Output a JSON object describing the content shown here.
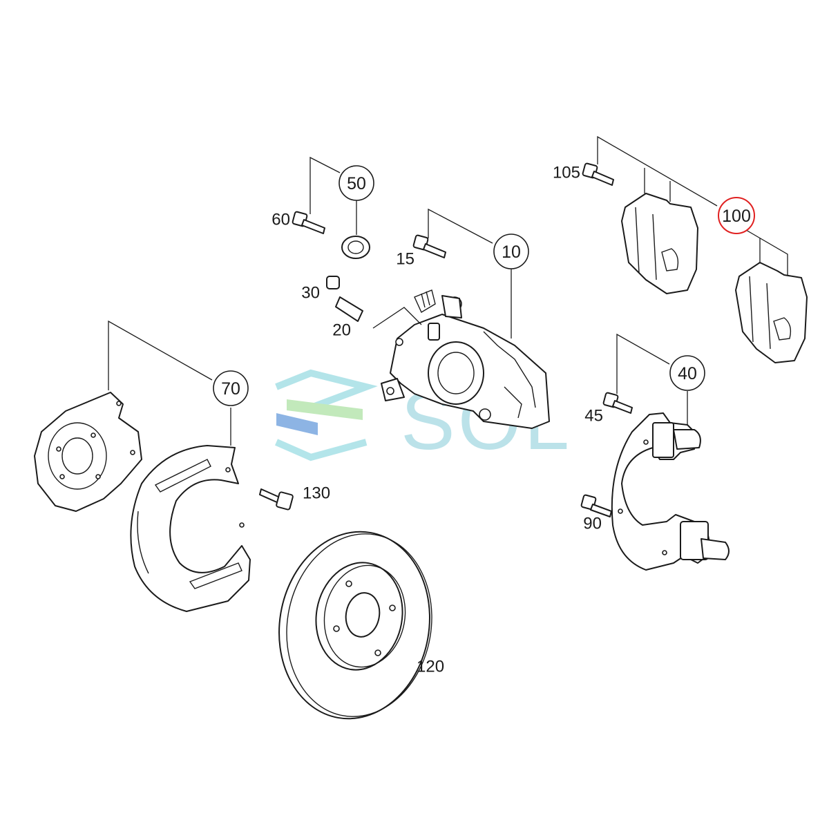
{
  "diagram": {
    "callouts_circled": [
      {
        "id": "c50",
        "label": "50"
      },
      {
        "id": "c10",
        "label": "10"
      },
      {
        "id": "c70",
        "label": "70"
      },
      {
        "id": "c40",
        "label": "40"
      }
    ],
    "callouts_plain": [
      {
        "id": "p60",
        "label": "60"
      },
      {
        "id": "p15",
        "label": "15"
      },
      {
        "id": "p30",
        "label": "30"
      },
      {
        "id": "p20",
        "label": "20"
      },
      {
        "id": "p105",
        "label": "105"
      },
      {
        "id": "p45",
        "label": "45"
      },
      {
        "id": "p130",
        "label": "130"
      },
      {
        "id": "p90",
        "label": "90"
      },
      {
        "id": "p120",
        "label": "120"
      }
    ],
    "highlighted_callout": {
      "label": "100",
      "ring_color": "#e02020"
    }
  },
  "watermark": {
    "text": "SOL",
    "color": "#8fd0dc",
    "logo_colors": [
      "#a6e0e6",
      "#b8e6b0",
      "#7aa8e0"
    ]
  }
}
